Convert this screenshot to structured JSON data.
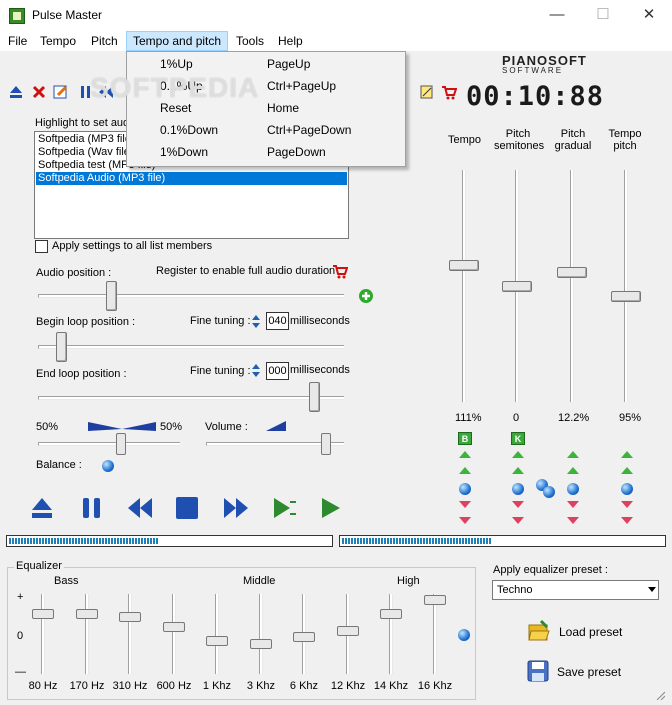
{
  "window": {
    "title": "Pulse Master",
    "minimize": "—",
    "maximize": "☐",
    "close": "✕"
  },
  "menu": [
    "File",
    "Tempo",
    "Pitch",
    "Tempo and pitch",
    "Tools",
    "Help"
  ],
  "tempo_pitch_menu": [
    {
      "label": "1%Up",
      "key": "PageUp"
    },
    {
      "label": "0.1%Up",
      "key": "Ctrl+PageUp"
    },
    {
      "label": "Reset",
      "key": "Home"
    },
    {
      "label": "0.1%Down",
      "key": "Ctrl+PageDown"
    },
    {
      "label": "1%Down",
      "key": "PageDown"
    }
  ],
  "watermark": "SOFTPEDIA",
  "logo": {
    "line1": "PIANOSOFT",
    "line2": "SOFTWARE"
  },
  "timer": "00:10:88",
  "highlight_label": "Highlight to set aud",
  "playlist": [
    {
      "text": "Softpedia (MP3 file)",
      "selected": false
    },
    {
      "text": "Softpedia (Wav file)",
      "selected": false
    },
    {
      "text": "Softpedia test (MP3 file)",
      "selected": false
    },
    {
      "text": "Softpedia Audio (MP3 file)",
      "selected": true
    }
  ],
  "apply_all_label": "Apply settings to all list members",
  "audio_position_label": "Audio position :",
  "register_label": "Register to enable full audio duration",
  "begin_loop_label": "Begin loop position :",
  "end_loop_label": "End loop position :",
  "fine_tuning_label": "Fine tuning :",
  "begin_fine_value": "040",
  "end_fine_value": "000",
  "milliseconds_label": "milliseconds",
  "balance": {
    "left": "50%",
    "right": "50%",
    "label": "Balance :"
  },
  "volume_label": "Volume :",
  "columns": [
    {
      "label": "Tempo",
      "value": "111%",
      "badge": "B"
    },
    {
      "label": "Pitch semitones",
      "value": "0",
      "badge": "K"
    },
    {
      "label": "Pitch gradual",
      "value": "12.2%"
    },
    {
      "label": "Tempo pitch",
      "value": "95%"
    }
  ],
  "equalizer": {
    "label": "Equalizer",
    "bass": "Bass",
    "middle": "Middle",
    "high": "High",
    "plus": "+",
    "zero": "0",
    "minus": "—",
    "bands": [
      {
        "freq": "80 Hz",
        "level": 0.6
      },
      {
        "freq": "170 Hz",
        "level": 0.6
      },
      {
        "freq": "310 Hz",
        "level": 0.5
      },
      {
        "freq": "600 Hz",
        "level": 0.2
      },
      {
        "freq": "1 Khz",
        "level": -0.2
      },
      {
        "freq": "3 Khz",
        "level": -0.3
      },
      {
        "freq": "6 Khz",
        "level": -0.1
      },
      {
        "freq": "12 Khz",
        "level": 0.1
      },
      {
        "freq": "14 Khz",
        "level": 0.6
      },
      {
        "freq": "16 Khz",
        "level": 1.0
      }
    ]
  },
  "preset": {
    "label": "Apply equalizer preset :",
    "value": "Techno",
    "load": "Load preset",
    "save": "Save preset"
  }
}
